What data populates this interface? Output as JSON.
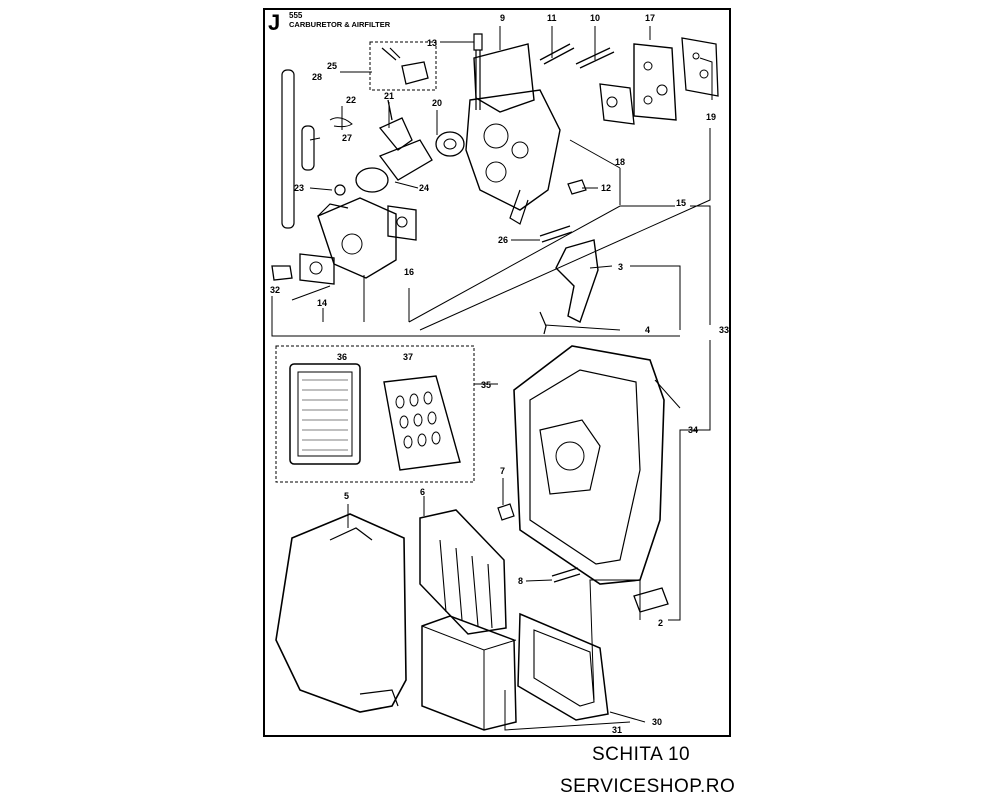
{
  "diagram": {
    "sheet_letter": "J",
    "model": "555",
    "title": "CARBURETOR & AIRFILTER",
    "parts": [
      "2",
      "3",
      "4",
      "5",
      "6",
      "7",
      "8",
      "9",
      "10",
      "11",
      "12",
      "13",
      "14",
      "15",
      "16",
      "17",
      "18",
      "19",
      "20",
      "21",
      "22",
      "23",
      "24",
      "25",
      "26",
      "27",
      "28",
      "30",
      "31",
      "32",
      "33",
      "34",
      "35",
      "36",
      "37"
    ]
  },
  "footer": {
    "line1": "SCHITA 10",
    "line2": "SERVICESHOP.RO"
  }
}
